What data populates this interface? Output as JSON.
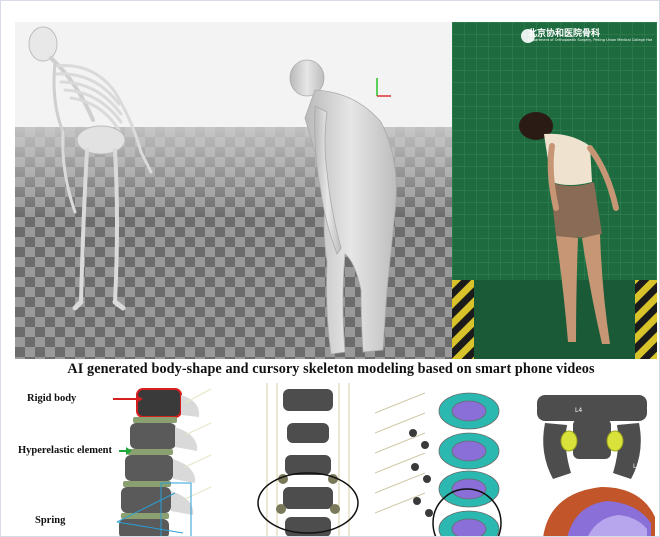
{
  "caption": "AI generated body-shape and cursory skeleton modeling based on smart phone videos",
  "photo": {
    "sign_chinese": "北京协和医院骨科",
    "sign_english": "Department of Orthopaedic Surgery, Peking Union Medical College Hospital"
  },
  "labels": {
    "rigid_body": "Rigid body",
    "hyperelastic": "Hyperelastic element",
    "spring": "Spring"
  },
  "vertebra_labels": {
    "left": "L4",
    "right": "L5"
  },
  "colors": {
    "rigid_arrow": "#d62020",
    "hyperelastic_arrow": "#22a83a",
    "spring_line": "#2a9fd6",
    "backdrop_green": "#1d6b3f",
    "disc_teal": "#2bb8b0",
    "disc_core": "#8a6fd8",
    "implant_yellow": "#d8e23a"
  }
}
